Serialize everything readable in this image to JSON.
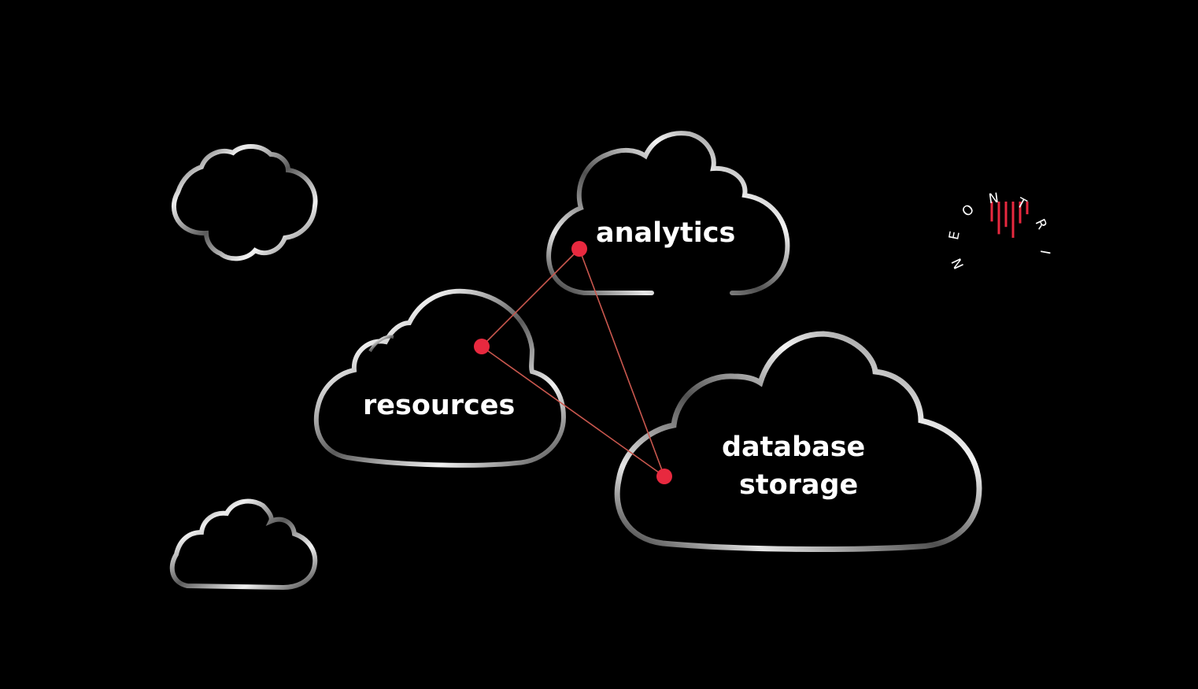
{
  "diagram": {
    "clouds": [
      {
        "id": "cloud-small-top",
        "label": ""
      },
      {
        "id": "cloud-small-bottom",
        "label": ""
      },
      {
        "id": "cloud-analytics",
        "label": "analytics"
      },
      {
        "id": "cloud-resources",
        "label": "resources"
      },
      {
        "id": "cloud-database",
        "label_lines": [
          "database",
          "storage"
        ]
      }
    ],
    "nodes": [
      {
        "id": "node-analytics",
        "cloud": "analytics"
      },
      {
        "id": "node-resources",
        "cloud": "resources"
      },
      {
        "id": "node-database",
        "cloud": "database storage"
      }
    ],
    "edges": [
      {
        "from": "node-analytics",
        "to": "node-resources"
      },
      {
        "from": "node-resources",
        "to": "node-database"
      },
      {
        "from": "node-analytics",
        "to": "node-database"
      }
    ],
    "colors": {
      "background": "#000000",
      "node": "#e8293f",
      "edge": "#c9574e",
      "outline_light": "#f2f2f2",
      "outline_dark": "#3a3a3a",
      "label": "#ffffff"
    }
  },
  "logo": {
    "letters": [
      "N",
      "E",
      "O",
      "N",
      "T",
      "R",
      "I"
    ],
    "bars_color": "#e8293f",
    "bar_levels": [
      0.55,
      0.9,
      0.7,
      1.0,
      0.6,
      0.35
    ]
  }
}
